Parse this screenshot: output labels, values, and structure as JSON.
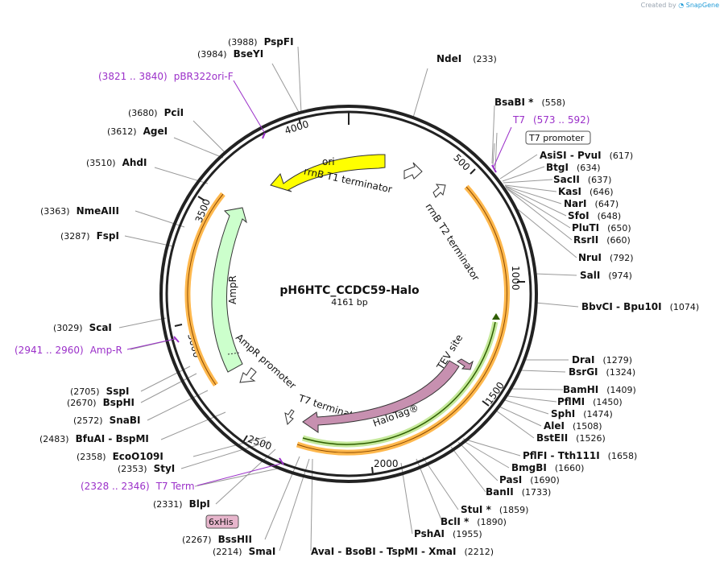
{
  "credit": {
    "prefix": "Created by",
    "brand": "SnapGene"
  },
  "plasmid": {
    "name": "pH6HTC_CCDC59-Halo",
    "length_label": "4161 bp",
    "length": 4161
  },
  "ticks": [
    "500",
    "1000",
    "1500",
    "2000",
    "2500",
    "3000",
    "3500",
    "4000"
  ],
  "features": [
    {
      "id": "ori",
      "label": "ori",
      "color": "#ffff00"
    },
    {
      "id": "rrnb-t1",
      "label": "rrnB T1 terminator",
      "color": "#ffffff"
    },
    {
      "id": "rrnb-t2",
      "label": "rrnB T2 terminator",
      "color": "#ffffff"
    },
    {
      "id": "ampr",
      "label": "AmpR",
      "color": "#ccffcc"
    },
    {
      "id": "ampr-promoter",
      "label": "AmpR promoter",
      "color": "#ffffff"
    },
    {
      "id": "t7-terminator",
      "label": "T7 terminator",
      "color": "#ffffff"
    },
    {
      "id": "halotag",
      "label": "HaloTag®",
      "color": "#c790b0"
    },
    {
      "id": "tev-site",
      "label": "TEV site",
      "color": "#c790b0"
    },
    {
      "id": "orf-inner",
      "label": "",
      "color": "#66aa22"
    },
    {
      "id": "orf-outer",
      "label": "",
      "color": "#ffb84d"
    },
    {
      "id": "orf-left",
      "label": "",
      "color": "#ffb84d"
    }
  ],
  "tags": {
    "t7_promoter": "T7 promoter",
    "his": "6xHis"
  },
  "enzymes": [
    {
      "id": "pspfi",
      "name": "PspFI",
      "pos": "(3988)"
    },
    {
      "id": "bseyi",
      "name": "BseYI",
      "pos": "(3984)"
    },
    {
      "id": "ndei",
      "name": "NdeI",
      "pos": "(233)"
    },
    {
      "id": "pcii",
      "name": "PciI",
      "pos": "(3680)"
    },
    {
      "id": "agei",
      "name": "AgeI",
      "pos": "(3612)"
    },
    {
      "id": "ahdi",
      "name": "AhdI",
      "pos": "(3510)"
    },
    {
      "id": "nmeaiii",
      "name": "NmeAIII",
      "pos": "(3363)"
    },
    {
      "id": "fspi",
      "name": "FspI",
      "pos": "(3287)"
    },
    {
      "id": "scai",
      "name": "ScaI",
      "pos": "(3029)"
    },
    {
      "id": "sspi",
      "name": "SspI",
      "pos": "(2705)"
    },
    {
      "id": "bsphi",
      "name": "BspHI",
      "pos": "(2670)"
    },
    {
      "id": "snabi",
      "name": "SnaBI",
      "pos": "(2572)"
    },
    {
      "id": "bfuai",
      "name": "BfuAI  -  BspMI",
      "pos": "(2483)"
    },
    {
      "id": "ecoo109i",
      "name": "EcoO109I",
      "pos": "(2358)"
    },
    {
      "id": "styi",
      "name": "StyI",
      "pos": "(2353)"
    },
    {
      "id": "blpi",
      "name": "BlpI",
      "pos": "(2331)"
    },
    {
      "id": "bsshii",
      "name": "BssHII",
      "pos": "(2267)"
    },
    {
      "id": "smai",
      "name": "SmaI",
      "pos": "(2214)"
    },
    {
      "id": "avai",
      "name": "AvaI  -  BsoBI  -  TspMI  -  XmaI",
      "pos": "(2212)"
    },
    {
      "id": "bsabi",
      "name": "BsaBI *",
      "pos": "(558)"
    },
    {
      "id": "asisi",
      "name": "AsiSI  -  PvuI",
      "pos": "(617)"
    },
    {
      "id": "btgi",
      "name": "BtgI",
      "pos": "(634)"
    },
    {
      "id": "sacii",
      "name": "SacII",
      "pos": "(637)"
    },
    {
      "id": "kasi",
      "name": "KasI",
      "pos": "(646)"
    },
    {
      "id": "nari",
      "name": "NarI",
      "pos": "(647)"
    },
    {
      "id": "sfoi",
      "name": "SfoI",
      "pos": "(648)"
    },
    {
      "id": "pluti",
      "name": "PluTI",
      "pos": "(650)"
    },
    {
      "id": "rsrii",
      "name": "RsrII",
      "pos": "(660)"
    },
    {
      "id": "nrui",
      "name": "NruI",
      "pos": "(792)"
    },
    {
      "id": "sali",
      "name": "SalI",
      "pos": "(974)"
    },
    {
      "id": "bbvci",
      "name": "BbvCI  -  Bpu10I",
      "pos": "(1074)"
    },
    {
      "id": "drai",
      "name": "DraI",
      "pos": "(1279)"
    },
    {
      "id": "bsrgi",
      "name": "BsrGI",
      "pos": "(1324)"
    },
    {
      "id": "bamhi",
      "name": "BamHI",
      "pos": "(1409)"
    },
    {
      "id": "pflmi",
      "name": "PflMI",
      "pos": "(1450)"
    },
    {
      "id": "sphi",
      "name": "SphI",
      "pos": "(1474)"
    },
    {
      "id": "alei",
      "name": "AleI",
      "pos": "(1508)"
    },
    {
      "id": "bsteii",
      "name": "BstEII",
      "pos": "(1526)"
    },
    {
      "id": "pflfi",
      "name": "PflFI  -  Tth111I",
      "pos": "(1658)"
    },
    {
      "id": "bmgbi",
      "name": "BmgBI",
      "pos": "(1660)"
    },
    {
      "id": "pasi",
      "name": "PasI",
      "pos": "(1690)"
    },
    {
      "id": "banii",
      "name": "BanII",
      "pos": "(1733)"
    },
    {
      "id": "stui",
      "name": "StuI *",
      "pos": "(1859)"
    },
    {
      "id": "bcli",
      "name": "BclI *",
      "pos": "(1890)"
    },
    {
      "id": "pshai",
      "name": "PshAI",
      "pos": "(1955)"
    }
  ],
  "primers": [
    {
      "id": "pbr322",
      "range": "(3821 .. 3840)",
      "name": "pBR322ori-F"
    },
    {
      "id": "t7",
      "range": "(573 .. 592)",
      "name": "T7"
    },
    {
      "id": "ampr-primer",
      "range": "(2941 .. 2960)",
      "name": "Amp-R"
    },
    {
      "id": "t7-term",
      "range": "(2328 .. 2346)",
      "name": "T7 Term"
    }
  ]
}
